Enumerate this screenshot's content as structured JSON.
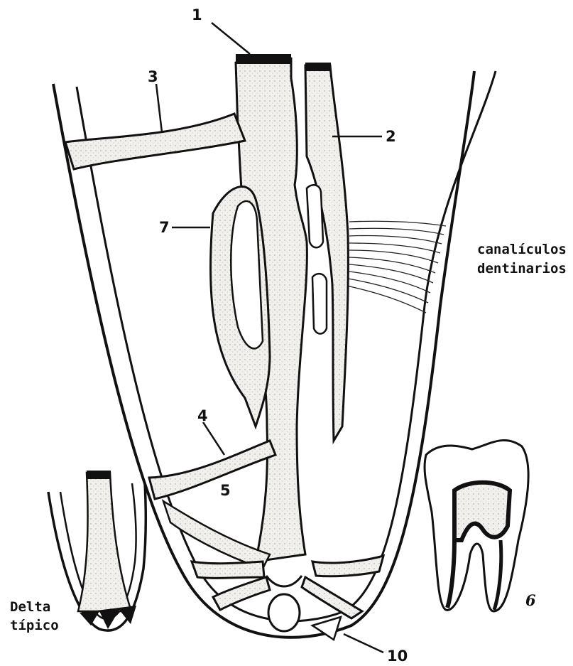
{
  "labels": {
    "n1": "1",
    "n2": "2",
    "n3": "3",
    "n4": "4",
    "n5": "5",
    "n6": "6",
    "n7": "7",
    "n10": "10",
    "canaliculos_line1": "canalículos",
    "canaliculos_line2": "dentinarios",
    "delta_line1": "Delta",
    "delta_line2": "típico"
  },
  "colors": {
    "ink": "#111111",
    "pulp_fill": "#efeeea",
    "background": "#ffffff"
  }
}
